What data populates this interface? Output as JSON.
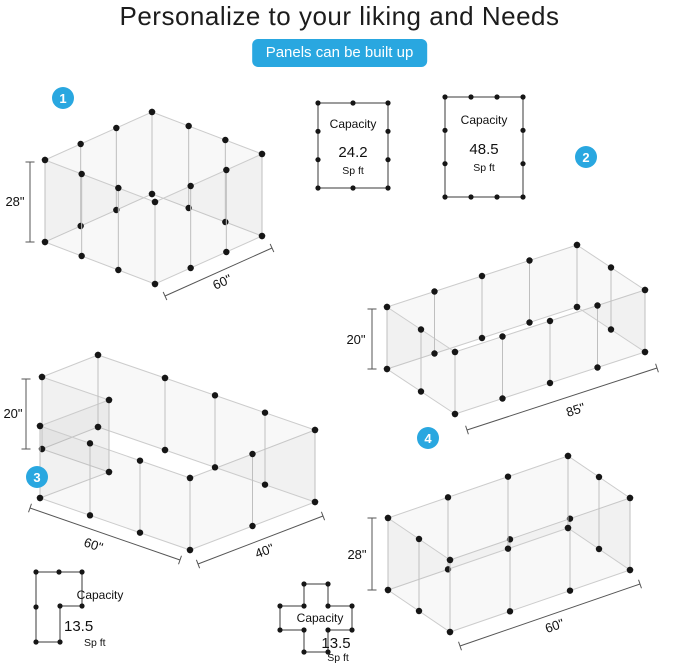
{
  "title": "Personalize to your liking and Needs",
  "badge_label": "Panels can be built up",
  "colors": {
    "accent_blue": "#29a7e0",
    "dot_black": "#161616",
    "panel_stroke": "#cccccc"
  },
  "configurations": [
    {
      "number": "1",
      "height": "28\"",
      "length": "60\""
    },
    {
      "number": "2",
      "height": "20\"",
      "length": "85\""
    },
    {
      "number": "3",
      "height": "20\"",
      "length": "60\"",
      "width": "40\""
    },
    {
      "number": "4",
      "height": "28\"",
      "length": "60\""
    }
  ],
  "capacities": [
    {
      "label": "Capacity",
      "value": "24.2",
      "unit": "Sp ft"
    },
    {
      "label": "Capacity",
      "value": "48.5",
      "unit": "Sp ft"
    },
    {
      "label": "Capacity",
      "value": "13.5",
      "unit": "Sp ft"
    },
    {
      "label": "Capacity",
      "value": "13.5",
      "unit": "Sp ft"
    }
  ]
}
